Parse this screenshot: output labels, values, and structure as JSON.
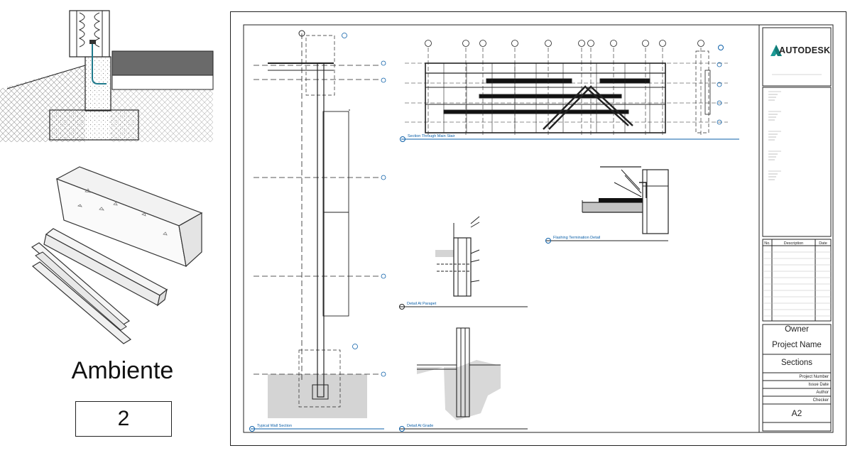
{
  "left": {
    "label": "Ambiente",
    "number": "2"
  },
  "sheet": {
    "logo_text": "AUTODESK",
    "views": {
      "v1": "Section Through Main Stair",
      "v2": "Flashing Termination Detail",
      "v3": "Detail At Parapet",
      "v4": "Typical Wall Section",
      "v5": "Detail At Grade"
    },
    "revision_table": {
      "no": "No.",
      "description": "Description",
      "date": "Date"
    },
    "title_block": {
      "owner": "Owner",
      "project_name": "Project Name",
      "sheet_title": "Sections",
      "project_number": "Project Number",
      "issue_date": "Issue Date",
      "author": "Author",
      "checker": "Checker",
      "sheet_number": "A2"
    }
  },
  "colors": {
    "line": "#222222",
    "accent_blue": "#0b5fa8",
    "autodesk_teal": "#1b9a95",
    "fill_gray": "#d4d4d4"
  }
}
